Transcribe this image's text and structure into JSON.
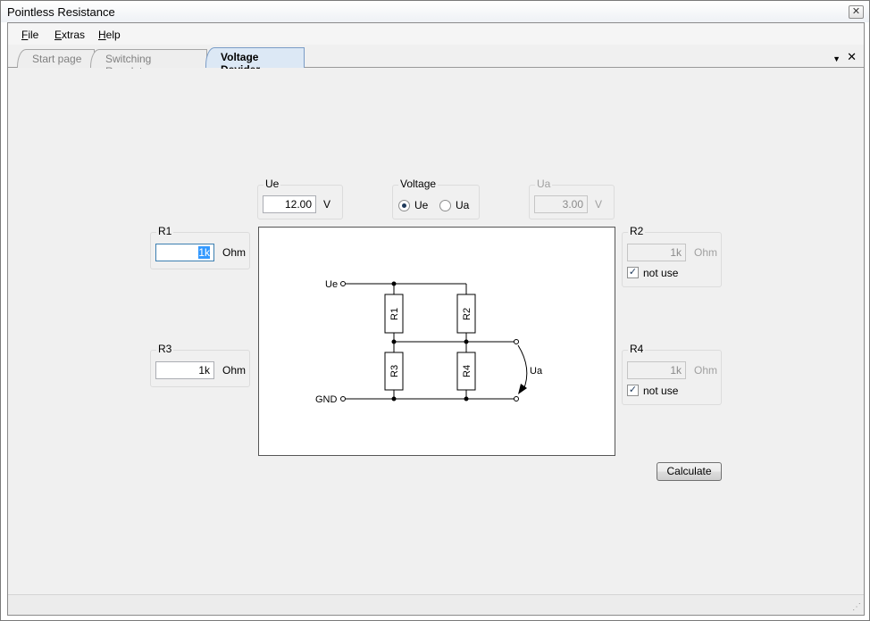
{
  "window": {
    "title": "Pointless Resistance",
    "close_glyph": "✕"
  },
  "menu": {
    "items": [
      {
        "label": "File",
        "accel": "F",
        "rest": "ile"
      },
      {
        "label": "Extras",
        "accel": "E",
        "rest": "xtras"
      },
      {
        "label": "Help",
        "accel": "H",
        "rest": "elp"
      }
    ]
  },
  "tabs": [
    {
      "label": "Start page"
    },
    {
      "label": "Switching Regulator"
    },
    {
      "label": "Voltage Devider"
    }
  ],
  "tab_controls": {
    "dropdown": "▼",
    "close": "✕"
  },
  "ue_group": {
    "legend": "Ue",
    "value": "12.00",
    "unit": "V"
  },
  "voltage_group": {
    "legend": "Voltage",
    "options": [
      "Ue",
      "Ua"
    ],
    "selected": "Ue"
  },
  "ua_group": {
    "legend": "Ua",
    "value": "3.00",
    "unit": "V"
  },
  "r1": {
    "legend": "R1",
    "value": "1k",
    "unit": "Ohm"
  },
  "r2": {
    "legend": "R2",
    "value": "1k",
    "unit": "Ohm",
    "checkbox_label": "not use",
    "checked": true
  },
  "r3": {
    "legend": "R3",
    "value": "1k",
    "unit": "Ohm"
  },
  "r4": {
    "legend": "R4",
    "value": "1k",
    "unit": "Ohm",
    "checkbox_label": "not use",
    "checked": true
  },
  "schematic": {
    "ue": "Ue",
    "gnd": "GND",
    "ua": "Ua",
    "r1": "R1",
    "r2": "R2",
    "r3": "R3",
    "r4": "R4"
  },
  "calculate_label": "Calculate",
  "check_glyph": "✓",
  "grip_glyph": "⋰"
}
